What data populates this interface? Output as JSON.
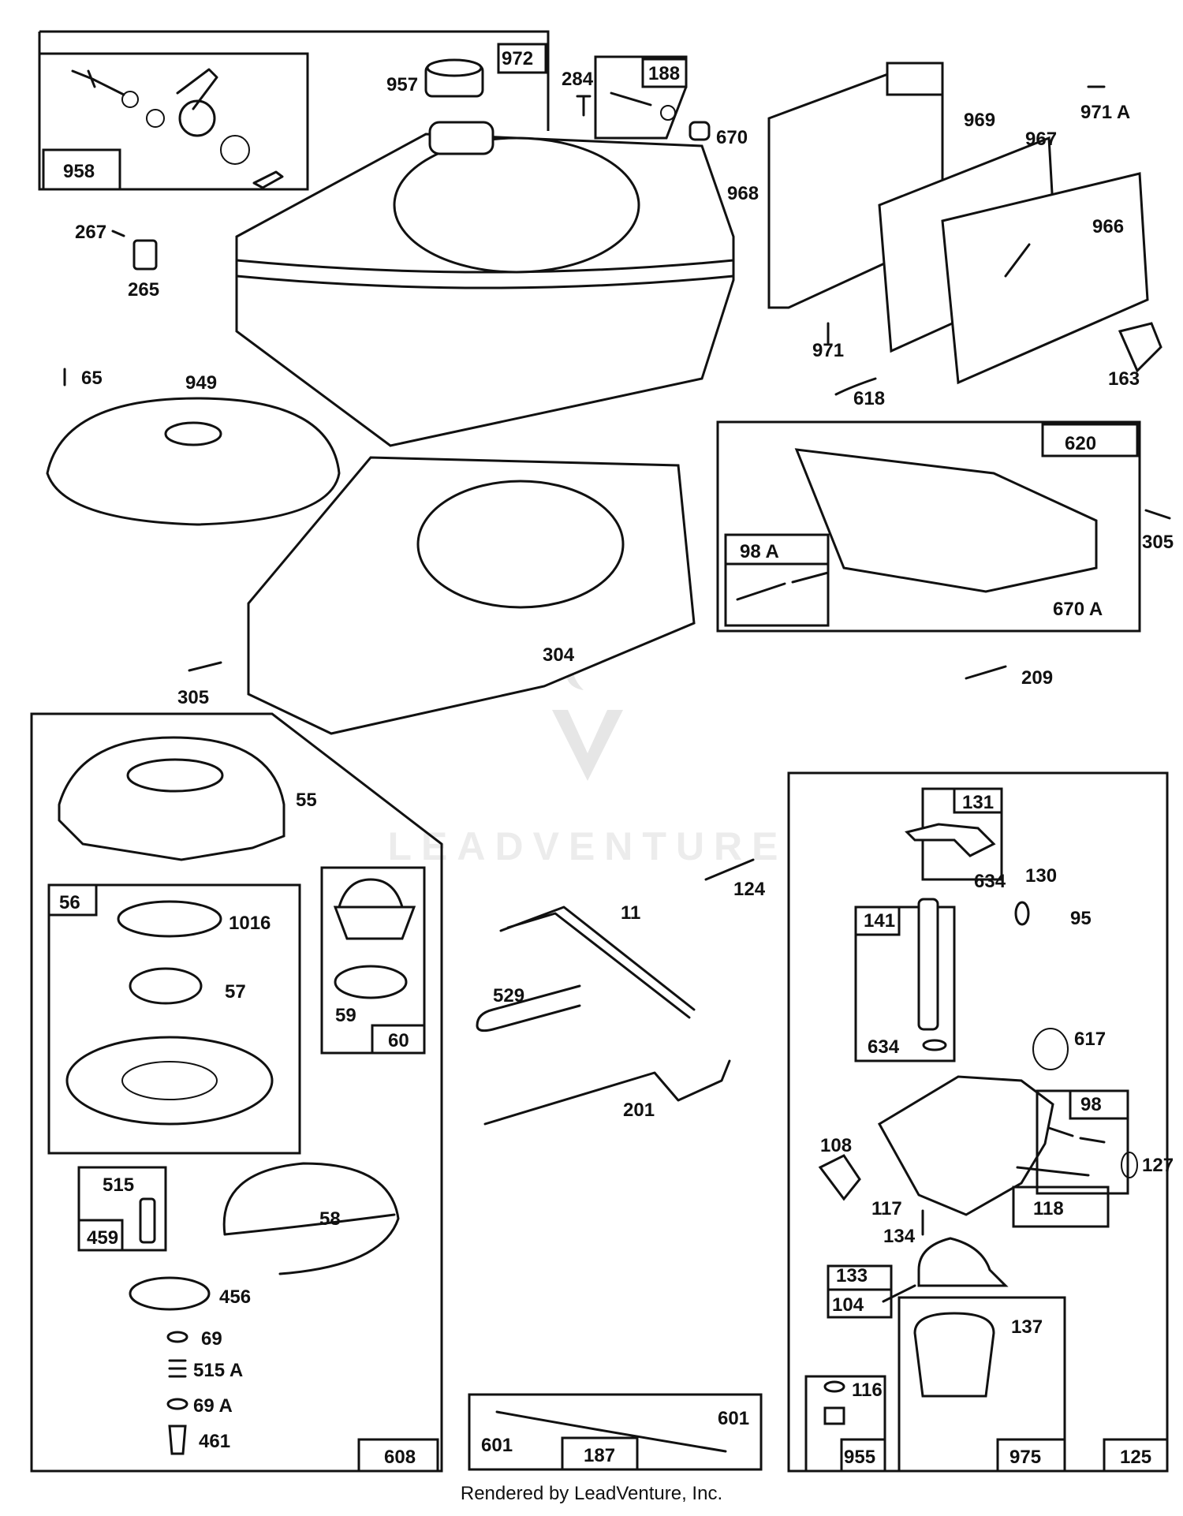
{
  "footer": "Rendered by LeadVenture, Inc.",
  "watermark": "LEADVENTURE",
  "labels": {
    "p972": "972",
    "p957": "957",
    "p284": "284",
    "p188": "188",
    "p670": "670",
    "p958": "958",
    "p267": "267",
    "p265": "265",
    "p969": "969",
    "p971A": "971 A",
    "p967": "967",
    "p968": "968",
    "p966": "966",
    "p971": "971",
    "p163": "163",
    "p618": "618",
    "p65": "65",
    "p949": "949",
    "p620": "620",
    "p305a": "305",
    "p98A": "98 A",
    "p670A": "670 A",
    "p304": "304",
    "p305b": "305",
    "p209": "209",
    "p55": "55",
    "p56": "56",
    "p1016": "1016",
    "p57": "57",
    "p60": "60",
    "p59": "59",
    "p515": "515",
    "p459": "459",
    "p58": "58",
    "p456": "456",
    "p69": "69",
    "p515A": "515 A",
    "p69A": "69 A",
    "p461": "461",
    "p608": "608",
    "p124": "124",
    "p11": "11",
    "p529": "529",
    "p201": "201",
    "p601a": "601",
    "p601b": "601",
    "p187": "187",
    "p131": "131",
    "p634a": "634",
    "p130": "130",
    "p141": "141",
    "p95": "95",
    "p634b": "634",
    "p617": "617",
    "p98": "98",
    "p108": "108",
    "p127": "127",
    "p117": "117",
    "p118": "118",
    "p134": "134",
    "p133": "133",
    "p104": "104",
    "p137": "137",
    "p116": "116",
    "p955": "955",
    "p975": "975",
    "p125": "125"
  }
}
